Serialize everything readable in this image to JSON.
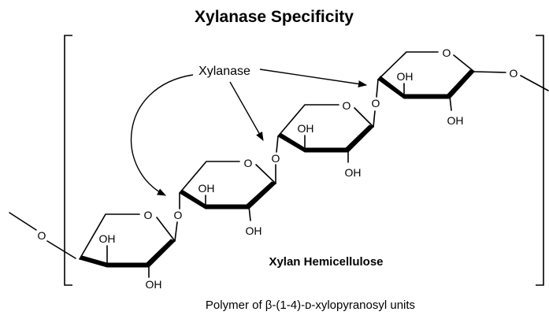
{
  "title": "Xylanase Specificity",
  "enzyme_label": "Xylanase",
  "subtitle": "Xylan Hemicellulose",
  "caption": "Polymer of β-(1-4)-ᴅ-xylopyranosyl units",
  "atoms": {
    "ring_oxygen": "O",
    "glycosidic_oxygen": "O",
    "hydroxyl": "OH"
  }
}
